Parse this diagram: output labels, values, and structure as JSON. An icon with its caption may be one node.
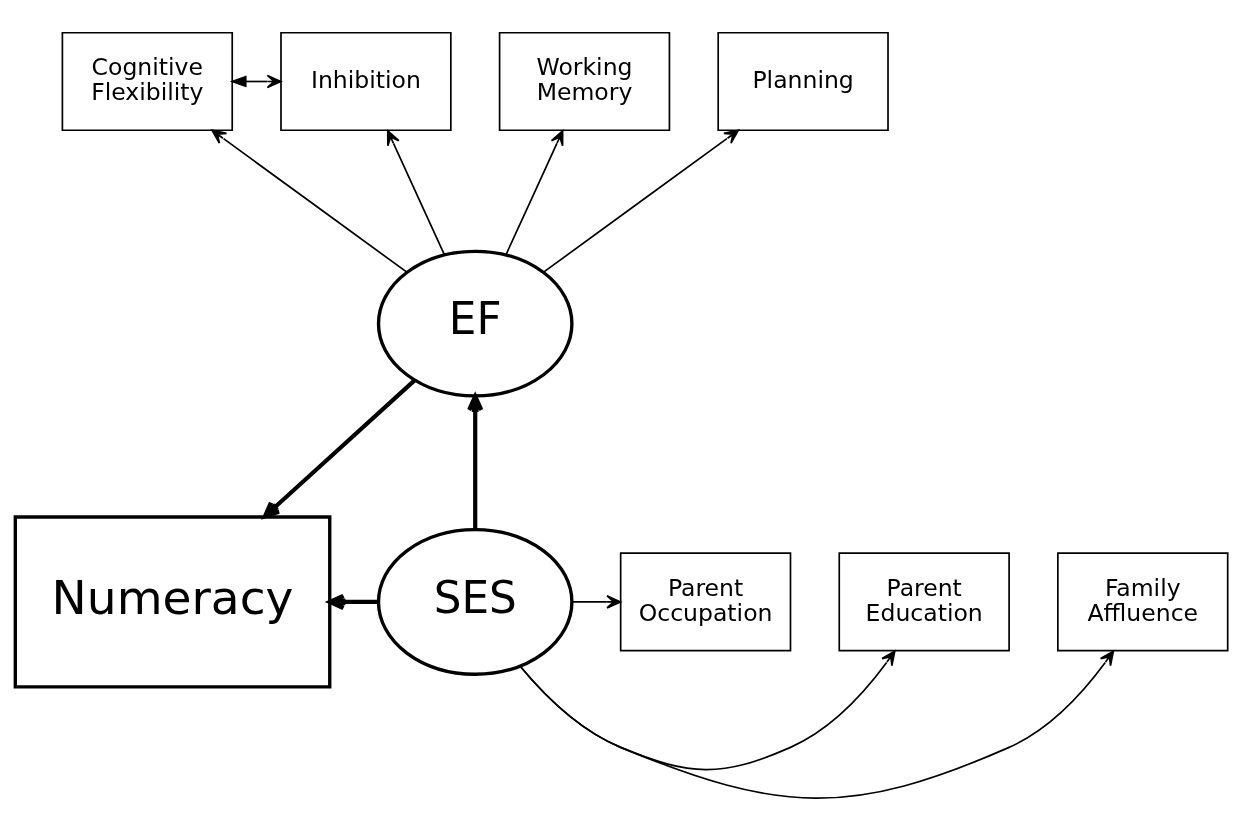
{
  "diagram": {
    "nodes": [
      {
        "text": [
          "Cognitive Flexibility"
        ]
      },
      {
        "text": [
          "Inhibition"
        ]
      },
      {
        "text": [
          "Working Memory"
        ]
      },
      {
        "text": [
          "Planning"
        ]
      },
      {
        "text": [
          "EF"
        ]
      },
      {
        "text": [
          "Parent Occupation"
        ]
      },
      {
        "text": [
          "Parent Education"
        ]
      },
      {
        "text": [
          "Family Affluence"
        ]
      },
      {
        "text": [
          "SES"
        ]
      },
      {
        "text": [
          "Numeracy"
        ]
      }
    ],
    "edges": [
      {
        "from": 0,
        "to": 1,
        "arrow": "both"
      },
      {
        "from": 4,
        "to": 0,
        "arrow": "to"
      },
      {
        "from": 4,
        "to": 1,
        "arrow": "to"
      },
      {
        "from": 4,
        "to": 2,
        "arrow": "to"
      },
      {
        "from": 4,
        "to": 3,
        "arrow": "to"
      },
      {
        "from": 8,
        "to": 4,
        "arrow": "to",
        "style": "thick"
      },
      {
        "from": 4,
        "to": 9,
        "arrow": "to",
        "style": "thick"
      },
      {
        "from": 8,
        "to": 5,
        "arrow": "to"
      },
      {
        "from": 8,
        "to": 6,
        "arrow": "to"
      },
      {
        "from": 8,
        "to": 7,
        "arrow": "to"
      },
      {
        "from": 8,
        "to": 9,
        "arrow": "to",
        "style": "thick"
      }
    ]
  }
}
